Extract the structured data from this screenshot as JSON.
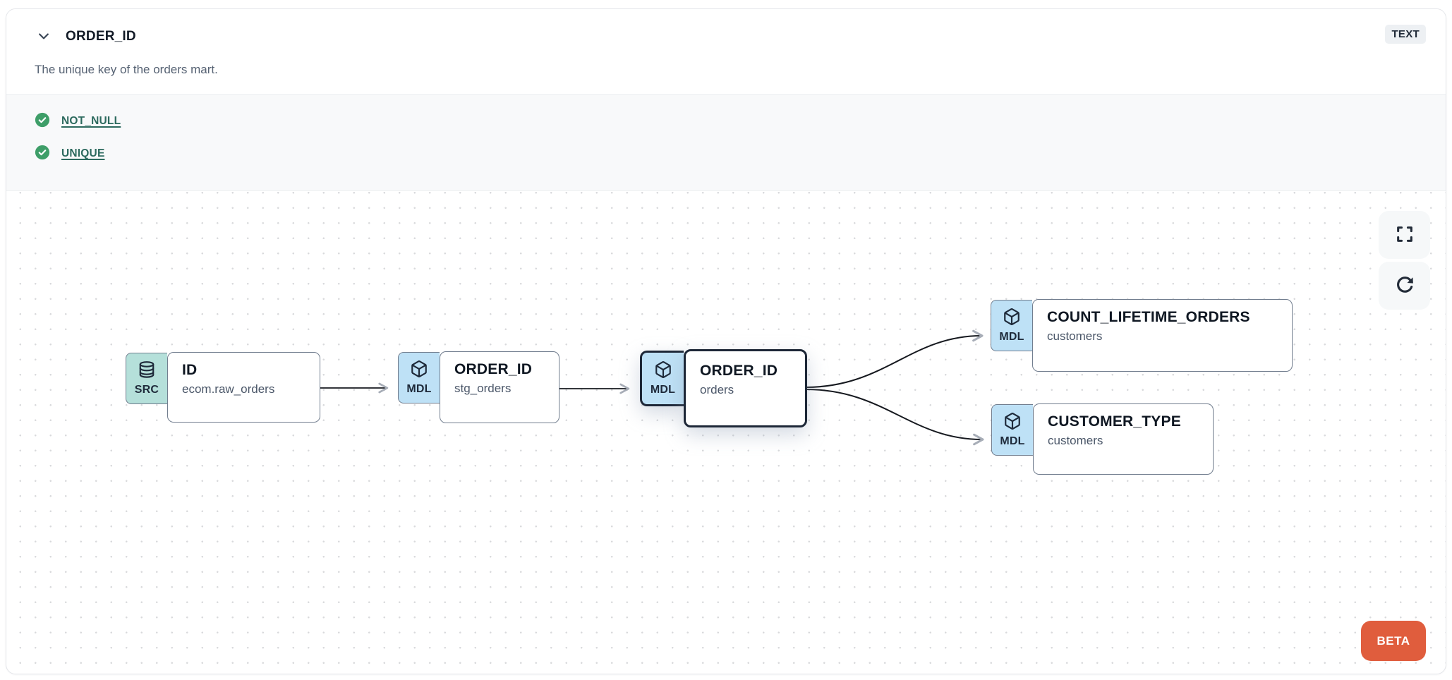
{
  "header": {
    "title": "ORDER_ID",
    "description": "The unique key of the orders mart.",
    "type_badge": "TEXT"
  },
  "tests": [
    {
      "label": "NOT_NULL",
      "status": "pass",
      "icon": "check-circle-icon"
    },
    {
      "label": "UNIQUE",
      "status": "pass",
      "icon": "check-circle-icon"
    }
  ],
  "lineage": {
    "nodes": [
      {
        "badge": "SRC",
        "icon": "database-icon",
        "title": "ID",
        "subtitle": "ecom.raw_orders",
        "highlighted": false
      },
      {
        "badge": "MDL",
        "icon": "cube-icon",
        "title": "ORDER_ID",
        "subtitle": "stg_orders",
        "highlighted": false
      },
      {
        "badge": "MDL",
        "icon": "cube-icon",
        "title": "ORDER_ID",
        "subtitle": "orders",
        "highlighted": true
      },
      {
        "badge": "MDL",
        "icon": "cube-icon",
        "title": "COUNT_LIFETIME_ORDERS",
        "subtitle": "customers",
        "highlighted": false
      },
      {
        "badge": "MDL",
        "icon": "cube-icon",
        "title": "CUSTOMER_TYPE",
        "subtitle": "customers",
        "highlighted": false
      }
    ],
    "edges": [
      {
        "from": "ID.ecom.raw_orders",
        "to": "ORDER_ID.stg_orders"
      },
      {
        "from": "ORDER_ID.stg_orders",
        "to": "ORDER_ID.orders"
      },
      {
        "from": "ORDER_ID.orders",
        "to": "COUNT_LIFETIME_ORDERS.customers"
      },
      {
        "from": "ORDER_ID.orders",
        "to": "CUSTOMER_TYPE.customers"
      }
    ],
    "controls": [
      "fullscreen-icon",
      "refresh-icon"
    ],
    "beta_label": "BETA"
  },
  "colors": {
    "src_badge": "#b5e0da",
    "mdl_badge": "#bee1f6",
    "success_green": "#3e9e68",
    "test_link": "#2d6a5e",
    "beta_orange": "#e05d3d",
    "highlight_border": "#1d2737",
    "node_border": "#717d8e",
    "edge": "#16191f"
  }
}
